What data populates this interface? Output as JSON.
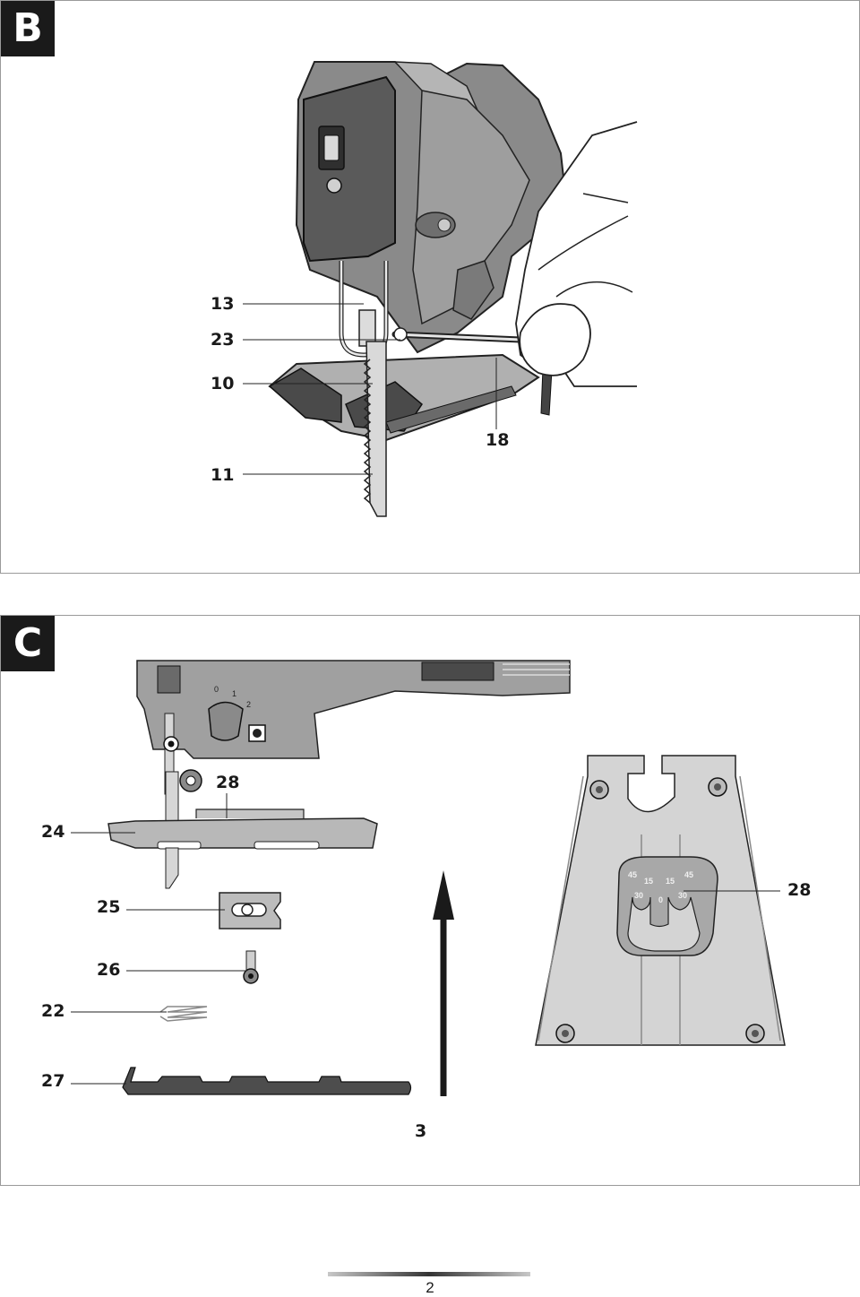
{
  "panel_b": {
    "letter": "B",
    "callouts": {
      "c13": "13",
      "c23": "23",
      "c10": "10",
      "c18": "18",
      "c11": "11"
    }
  },
  "panel_c": {
    "letter": "C",
    "callouts": {
      "c28a": "28",
      "c24": "24",
      "c25": "25",
      "c26": "26",
      "c22": "22",
      "c27": "27",
      "c28b": "28",
      "c3": "3"
    },
    "scale_labels": {
      "s45a": "45",
      "s15a": "15",
      "s15b": "15",
      "s45b": "45",
      "s30a": "30",
      "s0": "0",
      "s30b": "30"
    },
    "dial_labels": {
      "d0": "0",
      "d1": "1",
      "d2": "2"
    }
  },
  "footer": {
    "page_number": "2"
  }
}
